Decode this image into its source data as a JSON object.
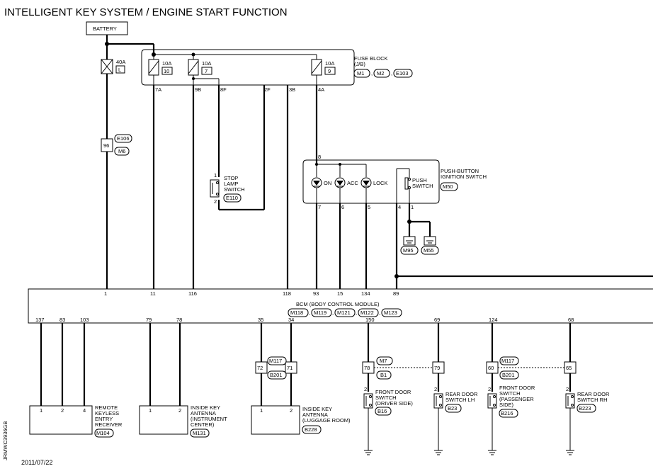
{
  "title": "INTELLIGENT KEY SYSTEM / ENGINE START FUNCTION",
  "date": "2011/07/22",
  "side_code": "JRMWC3936GB",
  "battery": "BATTERY",
  "fuse_block": {
    "line1": "FUSE BLOCK",
    "line2": "(J/B)",
    "conn": [
      "M1",
      "M2",
      "E103"
    ]
  },
  "fuse_40a": {
    "amp": "40A",
    "id": "L"
  },
  "fuses": [
    {
      "amp": "10A",
      "id": "10",
      "pin": "7A"
    },
    {
      "amp": "10A",
      "id": "7",
      "pin": "9B"
    },
    {
      "amp": "10A",
      "id": "9",
      "pin": "4A"
    }
  ],
  "fb_pins": [
    "8F",
    "2F",
    "3B"
  ],
  "joint_96": {
    "pin": "96",
    "conn": [
      "E106",
      "M6"
    ]
  },
  "stop_lamp": {
    "lines": [
      "STOP",
      "LAMP",
      "SWITCH"
    ],
    "conn": "E110",
    "pin1": "1",
    "pin2": "2"
  },
  "push_button": {
    "label1": "PUSH-BUTTON",
    "label2": "IGNITION SWITCH",
    "conn": "M50",
    "pin_top": "8",
    "leds": [
      "ON",
      "ACC",
      "LOCK"
    ],
    "sw1": "PUSH",
    "sw2": "SWITCH",
    "pins": [
      "7",
      "6",
      "5",
      "4",
      "1"
    ],
    "grounds": [
      "M95",
      "M55"
    ]
  },
  "bcm": {
    "label": "BCM (BODY CONTROL MODULE)",
    "conn": [
      "M118",
      "M119",
      "M121",
      "M122",
      "M123"
    ],
    "top_pins": [
      "1",
      "11",
      "116",
      "118",
      "93",
      "15",
      "134",
      "89"
    ],
    "bottom_pins": [
      "137",
      "83",
      "103",
      "79",
      "78",
      "35",
      "34",
      "150",
      "69",
      "124",
      "68"
    ]
  },
  "rke": {
    "lines": [
      "REMOTE",
      "KEYLESS",
      "ENTRY",
      "RECEIVER"
    ],
    "conn": "M104",
    "pins": [
      "1",
      "2",
      "4"
    ]
  },
  "ant_ic": {
    "lines": [
      "INSIDE KEY",
      "ANTENNA",
      "(INSTRUMENT",
      "CENTER)"
    ],
    "conn": "M131",
    "pins": [
      "1",
      "2"
    ]
  },
  "ant_lr": {
    "lines": [
      "INSIDE KEY",
      "ANTENNA",
      "(LUGGAGE ROOM)"
    ],
    "conn": "B228",
    "pins": [
      "1",
      "2"
    ]
  },
  "jc_left": {
    "pins": [
      "72",
      "71"
    ],
    "conn": [
      "M117",
      "B201"
    ]
  },
  "jc_mid": {
    "pins": [
      "78",
      "79"
    ],
    "conn": [
      "M7",
      "B1"
    ]
  },
  "jc_right": {
    "pins": [
      "60",
      "65"
    ],
    "conn": [
      "M117",
      "B201"
    ]
  },
  "fd_driver": {
    "lines": [
      "FRONT DOOR",
      "SWITCH",
      "(DRIVER SIDE)"
    ],
    "conn": "B16",
    "pin": "2"
  },
  "rd_lh": {
    "lines": [
      "REAR DOOR",
      "SWITCH LH"
    ],
    "conn": "B23",
    "pin": "2"
  },
  "fd_pass": {
    "lines": [
      "FRONT DOOR",
      "SWITCH",
      "(PASSENGER",
      "SIDE)"
    ],
    "conn": "B216",
    "pin": "2"
  },
  "rd_rh": {
    "lines": [
      "REAR DOOR",
      "SWITCH RH"
    ],
    "conn": "B223",
    "pin": "2"
  }
}
